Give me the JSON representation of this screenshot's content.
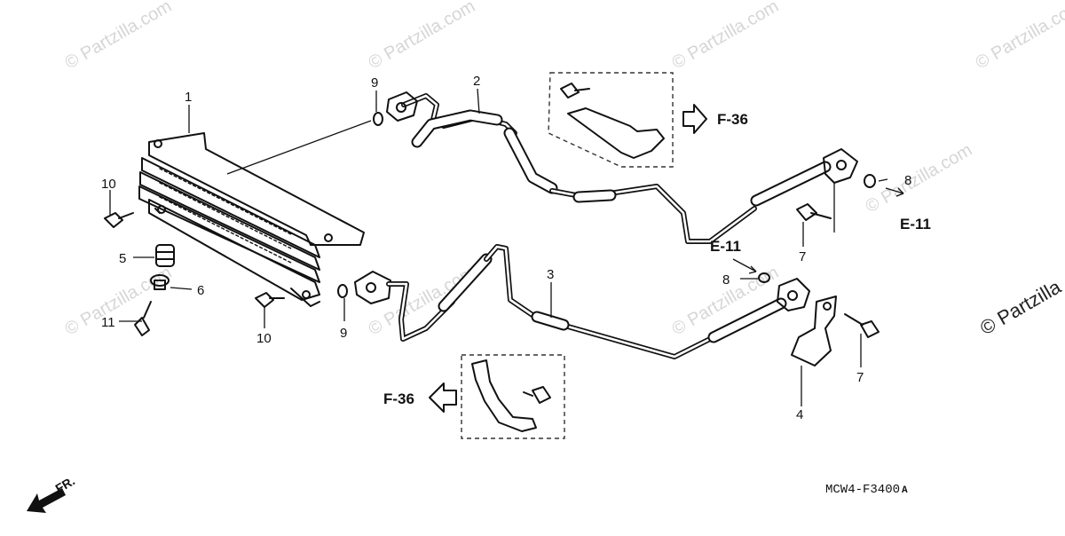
{
  "watermarks": [
    "© Partzilla.com",
    "© Partzilla.com",
    "© Partzilla.com",
    "© Partzilla.com",
    "© Partzilla.com",
    "© Partzilla.com",
    "© Partzilla.com",
    "© Partzilla.com",
    "© Partzilla"
  ],
  "callouts": {
    "c1": "1",
    "c2": "2",
    "c3": "3",
    "c4": "4",
    "c5": "5",
    "c6": "6",
    "c7a": "7",
    "c7b": "7",
    "c8a": "8",
    "c8b": "8",
    "c9a": "9",
    "c9b": "9",
    "c10a": "10",
    "c10b": "10",
    "c11": "11"
  },
  "references": {
    "f36_top": "F-36",
    "f36_bottom": "F-36",
    "e11_right": "E-11",
    "e11_mid": "E-11"
  },
  "front_indicator": "FR.",
  "diagram_code": "MCW4-F3400",
  "diagram_code_suffix": "A",
  "colors": {
    "line": "#111111",
    "watermark": "#d6d6d6",
    "background": "#ffffff"
  }
}
